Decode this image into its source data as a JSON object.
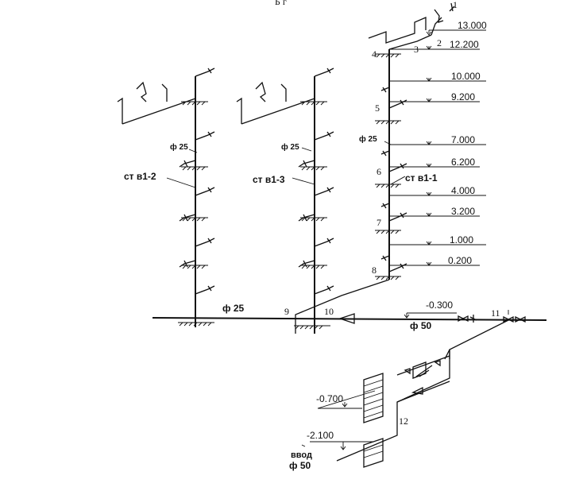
{
  "levels": [
    {
      "label": "13.000"
    },
    {
      "label": "12.200"
    },
    {
      "label": "10.000"
    },
    {
      "label": "9.200"
    },
    {
      "label": "7.000"
    },
    {
      "label": "6.200"
    },
    {
      "label": "4.000"
    },
    {
      "label": "3.200"
    },
    {
      "label": "1.000"
    },
    {
      "label": "0.200"
    },
    {
      "label": "-0.300"
    },
    {
      "label": "-0.700"
    },
    {
      "label": "-2.100"
    }
  ],
  "nodes": [
    "1",
    "2",
    "3",
    "4",
    "5",
    "6",
    "7",
    "8",
    "9",
    "10",
    "11",
    "12"
  ],
  "risers": {
    "r1": "ст в1-1",
    "r2": "ст в1-2",
    "r3": "ст в1-3"
  },
  "diameters": {
    "d25_r1": "ф 25",
    "d25_r2": "ф 25",
    "d25_r3": "ф 25",
    "d25_main": "ф 25",
    "d50_main": "ф 50",
    "d50_inlet": "ф 50"
  },
  "inlet_label": "ввод",
  "top_fragment": "Б г"
}
